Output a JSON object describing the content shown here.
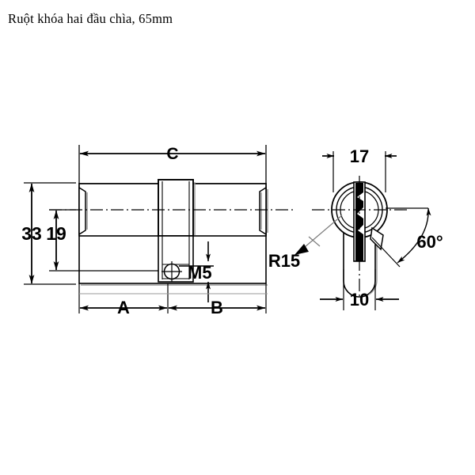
{
  "title": "Ruột khóa hai đầu chìa, 65mm",
  "drawing": {
    "type": "technical-drawing",
    "subject": "euro-profile double-keyed lock cylinder",
    "views": {
      "side_view": {
        "name": "side-elevation-view",
        "dimensions": {
          "overall_length": "C",
          "left_segment": "A",
          "right_segment": "B",
          "total_height": "33",
          "cylinder_center_height": "19",
          "screw_thread": "M5"
        }
      },
      "end_view": {
        "name": "end-section-view",
        "dimensions": {
          "head_diameter": "17",
          "body_width": "10",
          "cam_angle": "60°",
          "head_radius": "R15"
        }
      }
    },
    "labels": {
      "c": "C",
      "a": "A",
      "b": "B",
      "h33": "33",
      "h19": "19",
      "m5": "M5",
      "w17": "17",
      "w10": "10",
      "angle60": "60°",
      "r15": "R15"
    },
    "colors": {
      "line": "#000000",
      "background": "#ffffff",
      "shading": "#9a9a9a"
    }
  }
}
